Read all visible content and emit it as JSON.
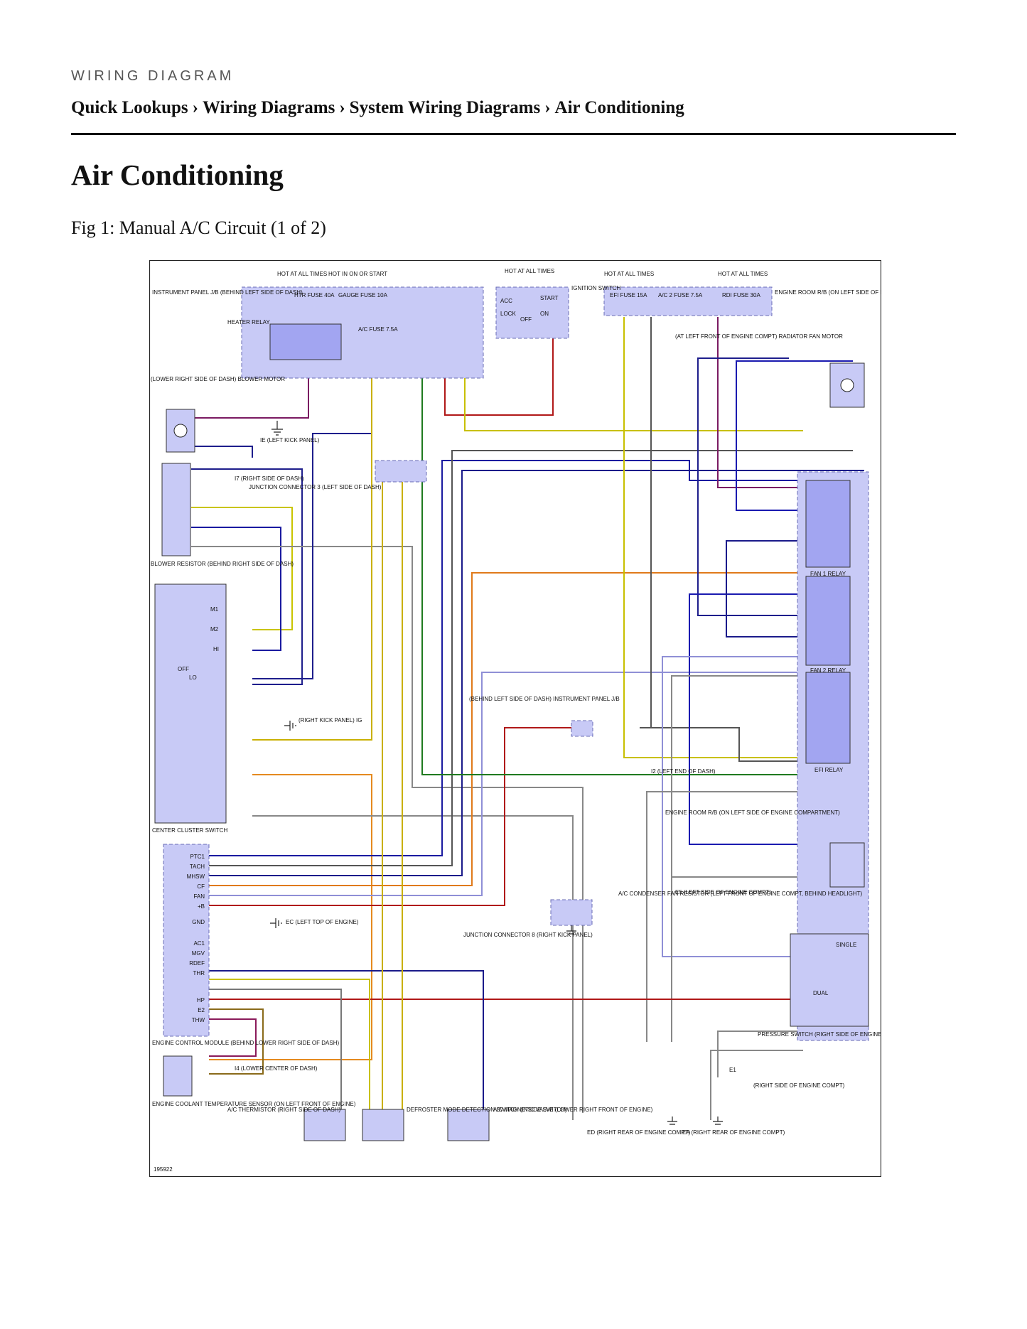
{
  "header": {
    "kicker": "WIRING DIAGRAM",
    "breadcrumbs": [
      "Quick Lookups",
      "Wiring Diagrams",
      "System Wiring Diagrams",
      "Air Conditioning"
    ],
    "separator": "›"
  },
  "page": {
    "title": "Air Conditioning",
    "figure_caption": "Fig 1: Manual A/C Circuit (1 of 2)"
  },
  "diagram": {
    "figure_id": "195922",
    "power": {
      "hot_at_all_times": "HOT AT ALL TIMES",
      "hot_in_on_or_start": "HOT IN ON OR START",
      "htr_fuse": "HTR FUSE 40A",
      "gauge_fuse": "GAUGE FUSE 10A",
      "ac_fuse": "A/C FUSE 7.5A",
      "efi_fuse": "EFI FUSE 15A",
      "ac2_fuse": "A/C 2 FUSE 7.5A",
      "rdi_fuse": "RDI FUSE 30A",
      "heater_relay": "HEATER RELAY",
      "instrument_panel_jb": "INSTRUMENT PANEL J/B (BEHIND LEFT SIDE OF DASH)",
      "engine_room_rb_top": "ENGINE ROOM R/B (ON LEFT SIDE OF ENGINE COMPT)",
      "ignition_switch": "IGNITION SWITCH",
      "ign_positions": [
        "ACC",
        "LOCK",
        "OFF",
        "ON",
        "START"
      ]
    },
    "components": {
      "blower_motor": "(LOWER RIGHT SIDE OF DASH) BLOWER MOTOR",
      "blower_resistor": "BLOWER RESISTOR (BEHIND RIGHT SIDE OF DASH)",
      "center_cluster_switch": "CENTER CLUSTER SWITCH",
      "ecm": "ENGINE CONTROL MODULE (BEHIND LOWER RIGHT SIDE OF DASH)",
      "coolant_sensor": "ENGINE COOLANT TEMPERATURE SENSOR (ON LEFT FRONT OF ENGINE)",
      "ac_thermistor": "A/C THERMISTOR (RIGHT SIDE OF DASH)",
      "defroster_switch": "DEFROSTER MODE DETECTION SWITCH (INSIDE SWITCH)",
      "magnetic_valve": "A/C MAGNETIC VALVE (LOWER RIGHT FRONT OF ENGINE)",
      "radiator_fan_motor": "(AT LEFT FRONT OF ENGINE COMPT) RADIATOR FAN MOTOR",
      "fan1_relay": "FAN 1 RELAY",
      "fan2_relay": "FAN 2 RELAY",
      "efi_relay": "EFI RELAY",
      "engine_room_rb_bottom": "ENGINE ROOM R/B (ON LEFT SIDE OF ENGINE COMPARTMENT)",
      "condenser_fan_resistor": "A/C CONDENSER FAN RESISTOR (LEFT FRONT OF ENGINE COMPT, BEHIND HEADLIGHT)",
      "pressure_switch": "PRESSURE SWITCH (RIGHT SIDE OF ENGINE)",
      "pressure_single": "SINGLE",
      "pressure_dual": "DUAL",
      "junction_connector_top": "JUNCTION CONNECTOR 3 (LEFT SIDE OF DASH)",
      "junction_connector_8": "JUNCTION CONNECTOR 8 (RIGHT KICK PANEL)",
      "instrument_panel_jb_mid": "(BEHIND LEFT SIDE OF DASH) INSTRUMENT PANEL J/B"
    },
    "grounds": {
      "ie": "IE (LEFT KICK PANEL)",
      "i7": "I7 (RIGHT SIDE OF DASH)",
      "ig_right_kick": "(RIGHT KICK PANEL) IG",
      "i2": "I2 (LEFT END OF DASH)",
      "ec": "EC (LEFT TOP OF ENGINE)",
      "i4": "I4 (LOWER CENTER OF DASH)",
      "e5": "E5 (LEFT SIDE OF ENGINE COMPT)",
      "e1": "E1",
      "e1_note": "(RIGHT SIDE OF ENGINE COMPT)",
      "ed": "ED (RIGHT REAR OF ENGINE COMPT)",
      "ea": "EA (RIGHT REAR OF ENGINE COMPT)"
    },
    "switch_positions": {
      "m1": "M1",
      "m2": "M2",
      "hi": "HI",
      "off": "OFF",
      "lo": "LO"
    },
    "ecm_pins": [
      "PTC1",
      "TACH",
      "MHSW",
      "CF",
      "FAN",
      "+B",
      "GND",
      "AC1",
      "MGV",
      "RDEF",
      "THR",
      "HP",
      "E2",
      "THW"
    ],
    "wire_colors": {
      "BLU/RED": "#7a1a62",
      "BLU/BLK": "#1e1e8c",
      "BLU/YEL": "#c9c400",
      "BLU/WHT": "#1a1aa0",
      "WHT/BLK": "#888888",
      "BRN/YEL": "#c9b000",
      "ORG": "#e58a1f",
      "BLK": "#555555",
      "YEL/RED": "#e07a1a",
      "WHT/BLU": "#8f8fd6",
      "BLK/RED": "#b01818",
      "BLK/GRN": "#1f7a1f",
      "BLK/YEL": "#c8c000",
      "BLK/BLU": "#1a1a8a",
      "RED/BLU": "#8a1a5a",
      "BRN": "#8a6a1a",
      "BLU": "#1a1ab0",
      "BLK/WHT": "#777777"
    }
  }
}
